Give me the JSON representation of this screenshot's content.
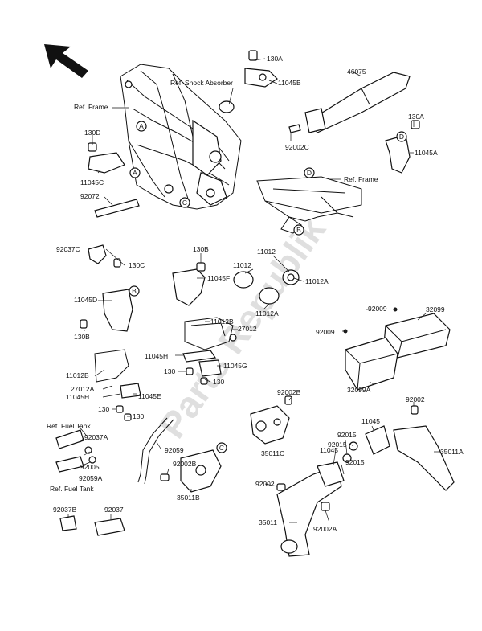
{
  "labels": {
    "p130A_top": "130A",
    "p11045B": "11045B",
    "ref_shock": "Ref. Shock Absorber",
    "p46075": "46075",
    "ref_frame_1": "Ref. Frame",
    "p130D": "130D",
    "p11045C": "11045C",
    "p92072": "92072",
    "p92002C": "92002C",
    "p130A_r": "130A",
    "p11045A": "11045A",
    "ref_frame_2": "Ref. Frame",
    "p92037C": "92037C",
    "p130C": "130C",
    "p130B_top": "130B",
    "p11045F": "11045F",
    "p11012_a": "11012",
    "p11012_b": "11012",
    "p11012A_1": "11012A",
    "p11012A_2": "11012A",
    "p11045D": "11045D",
    "p130B_l": "130B",
    "p11012B_1": "11012B",
    "p27012": "27012",
    "p92009_a": "92009",
    "p32099": "32099",
    "p92009_b": "92009",
    "p11045H_1": "11045H",
    "p130_1": "130",
    "p11045G": "11045G",
    "p130_2": "130",
    "p11012B_2": "11012B",
    "p27012A": "27012A",
    "p11045H_2": "11045H",
    "p11045E": "11045E",
    "p130_3": "130",
    "p130_4": "130",
    "p32099A": "32099A",
    "p92002B_1": "92002B",
    "p92002_r": "92002",
    "ref_fuel_1": "Ref. Fuel Tank",
    "p92037A": "92037A",
    "p92059": "92059",
    "p11045_a": "11045",
    "p92015_a": "92015",
    "p92015_b": "92015",
    "p35011C": "35011C",
    "p35011A": "35011A",
    "p92005": "92005",
    "p92059A": "92059A",
    "ref_fuel_2": "Ref. Fuel Tank",
    "p92002B_2": "92002B",
    "p11045_b": "11045",
    "p92015_c": "92015",
    "p35011B": "35011B",
    "p92002_l": "92002",
    "p92037B": "92037B",
    "p92037": "92037",
    "p35011": "35011",
    "p92002A": "92002A",
    "circle_A1": "A",
    "circle_A2": "A",
    "circle_D1": "D",
    "circle_D2": "D",
    "circle_B1": "B",
    "circle_B2": "B",
    "circle_C1": "C",
    "circle_C2": "C"
  },
  "icons": {
    "direction_arrow": "front-direction-arrow-icon",
    "watermark": "parts-republik-watermark"
  },
  "colors": {
    "line": "#111111",
    "background": "#ffffff"
  }
}
